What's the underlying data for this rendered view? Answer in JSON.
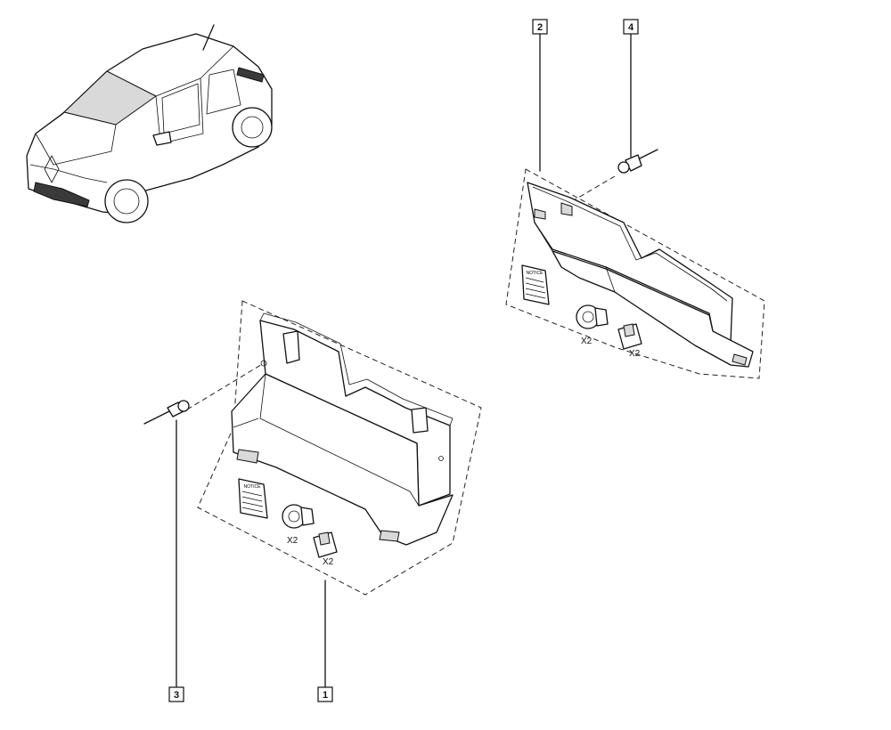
{
  "callouts": {
    "c1": "1",
    "c2": "2",
    "c3": "3",
    "c4": "4"
  },
  "quantities": {
    "kit1_clip": "X2",
    "kit1_nut": "X2",
    "kit2_clip": "X2",
    "kit2_nut": "X2"
  },
  "notice_labels": {
    "kit1": "NOTICE",
    "kit2": "NOTICE"
  }
}
